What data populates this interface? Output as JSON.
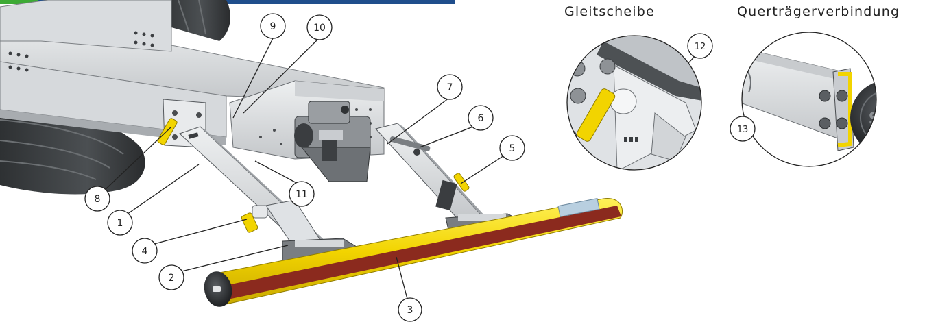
{
  "header": {
    "brand_color": "#1f4e8c",
    "accent_color": "#3daa35"
  },
  "details": {
    "gleitscheibe_title": "Gleitscheibe",
    "quertraeger_title": "Querträgerverbindung"
  },
  "logo": {
    "text": "SDG"
  },
  "callouts": {
    "c1": "1",
    "c2": "2",
    "c3": "3",
    "c4": "4",
    "c5": "5",
    "c6": "6",
    "c7": "7",
    "c8": "8",
    "c9": "9",
    "c10": "10",
    "c11": "11",
    "c12": "12",
    "c13": "13"
  },
  "colors": {
    "bar_yellow": "#f2d400",
    "bar_red": "#8b2a1e",
    "steel_light": "#e2e4e6",
    "steel_mid": "#b9bcbf",
    "steel_dark": "#5c6064",
    "tire": "#3d4042"
  }
}
